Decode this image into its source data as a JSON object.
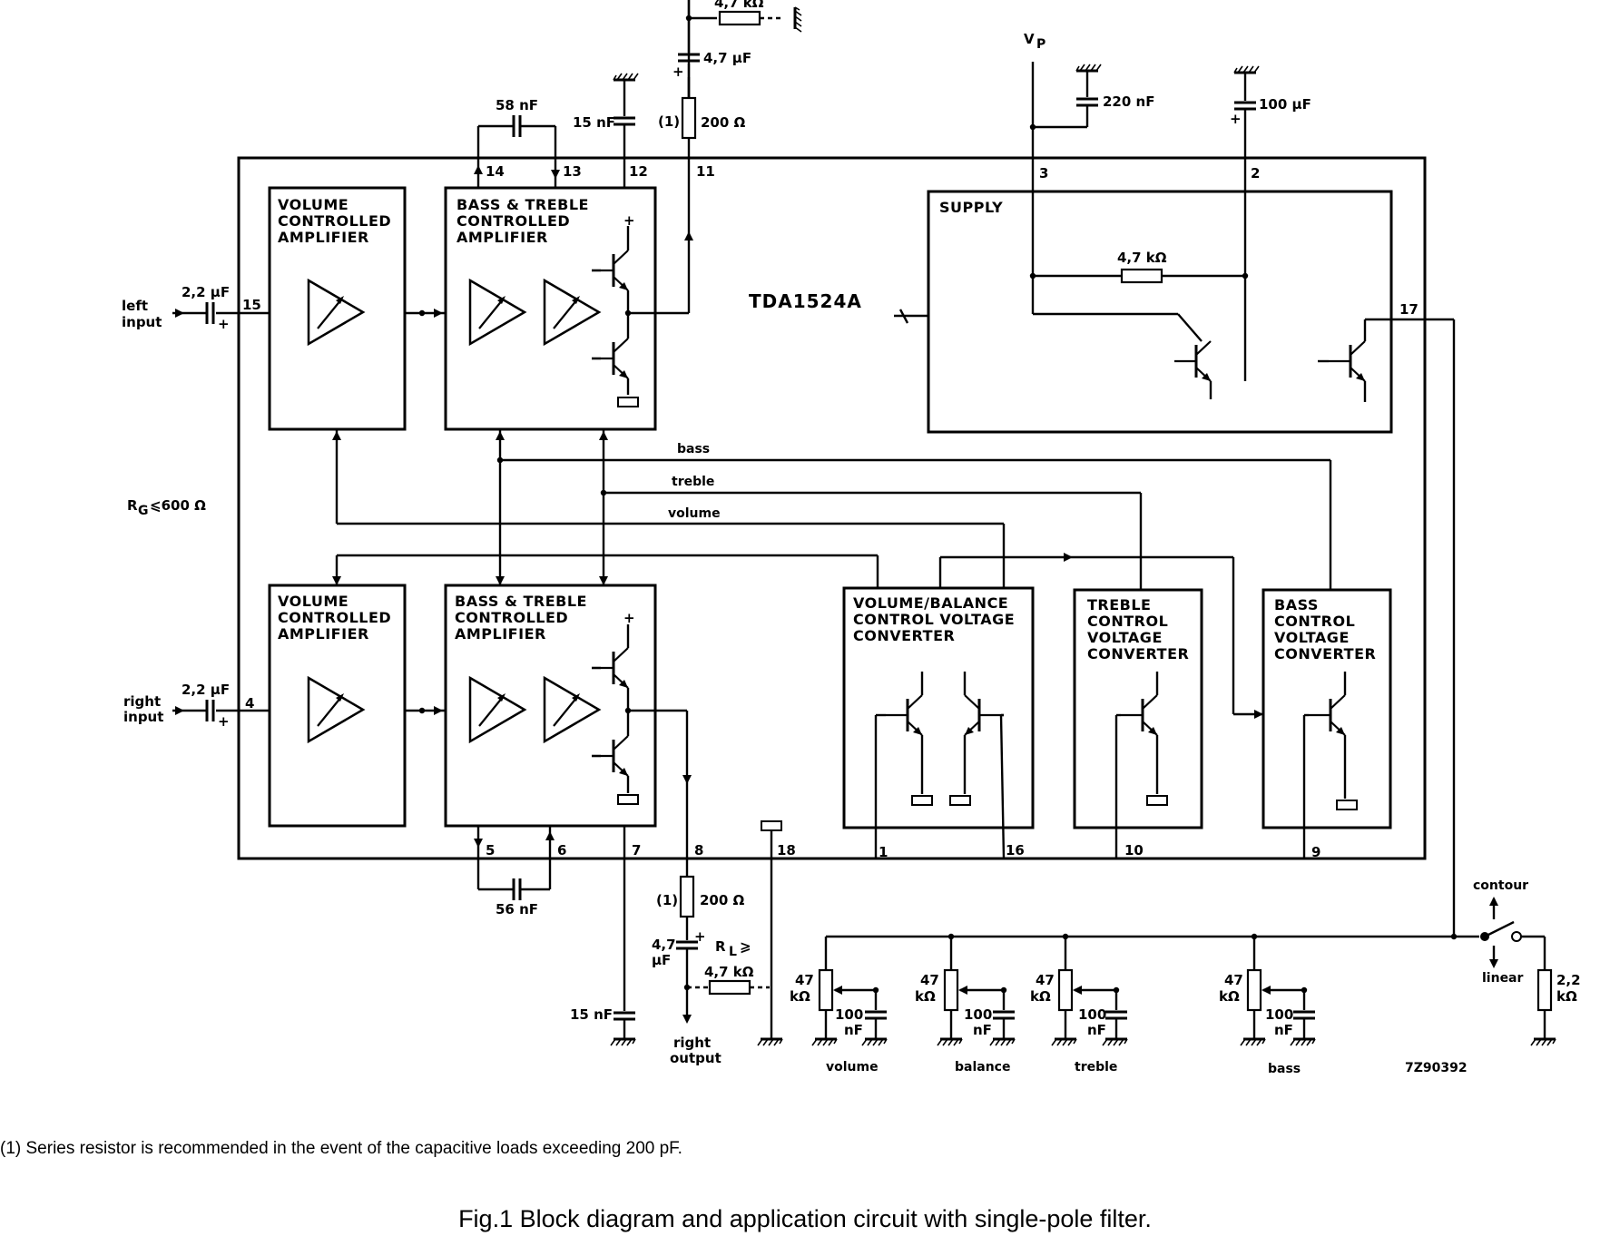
{
  "ic": {
    "name": "TDA1524A"
  },
  "blocks": {
    "vol_top": [
      "VOLUME",
      "CONTROLLED",
      "AMPLIFIER"
    ],
    "bt_top": [
      "BASS & TREBLE",
      "CONTROLLED",
      "AMPLIFIER"
    ],
    "vol_bot": [
      "VOLUME",
      "CONTROLLED",
      "AMPLIFIER"
    ],
    "bt_bot": [
      "BASS & TREBLE",
      "CONTROLLED",
      "AMPLIFIER"
    ],
    "supply": "SUPPLY",
    "vbal": [
      "VOLUME/BALANCE",
      "CONTROL VOLTAGE",
      "CONVERTER"
    ],
    "treble_conv": [
      "TREBLE",
      "CONTROL",
      "VOLTAGE",
      "CONVERTER"
    ],
    "bass_conv": [
      "BASS",
      "CONTROL",
      "VOLTAGE",
      "CONVERTER"
    ]
  },
  "pins": [
    "1",
    "2",
    "3",
    "4",
    "5",
    "6",
    "7",
    "8",
    "9",
    "10",
    "11",
    "12",
    "13",
    "14",
    "15",
    "16",
    "17",
    "18"
  ],
  "inputs": {
    "left": [
      "left",
      "input"
    ],
    "right": [
      "right",
      "input"
    ]
  },
  "outputs": {
    "right": [
      "right",
      "output"
    ]
  },
  "components": {
    "c_in": "2,2 µF",
    "c_58": "58 nF",
    "c_56": "56 nF",
    "c_15": "15 nF",
    "c_47": "4,7 µF",
    "c_47_split": [
      "4,7",
      "µF"
    ],
    "r_200": "200 Ω",
    "r_47k": "4,7 kΩ",
    "c_220": "220 nF",
    "c_100u": "100 µF",
    "rl_label": "R",
    "rl_sub": "L",
    "rl_sym": "⩾",
    "note_ref": "(1)",
    "pot": [
      "47",
      "kΩ"
    ],
    "c_100n": [
      "100",
      "nF"
    ],
    "r_22k": [
      "2,2",
      "kΩ"
    ]
  },
  "supply_label": {
    "main": "V",
    "sub": "P"
  },
  "rg": {
    "main": "R",
    "sub": "G",
    "value": "⩽600 Ω"
  },
  "buses": {
    "bass": "bass",
    "treble": "treble",
    "volume": "volume"
  },
  "controls": [
    "volume",
    "balance",
    "treble",
    "bass"
  ],
  "switch": {
    "contour": "contour",
    "linear": "linear"
  },
  "code": "7Z90392",
  "footnote": "(1) Series resistor is recommended in the event of the capacitive loads exceeding 200 pF.",
  "caption": "Fig.1  Block diagram and application circuit with single-pole filter."
}
